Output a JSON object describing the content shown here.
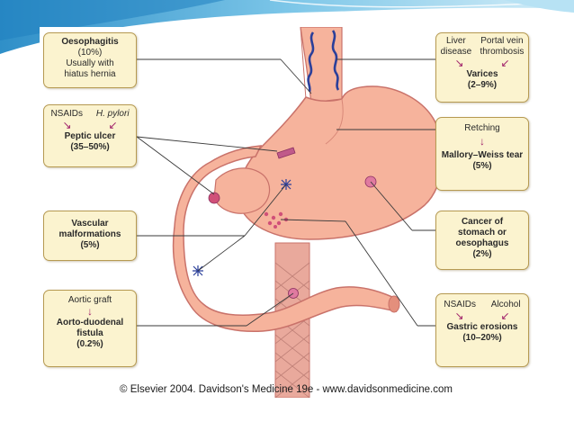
{
  "colors": {
    "box_fill": "#fbf3cf",
    "box_border": "#b69a52",
    "arrow": "#a0206a",
    "organ_fill": "#f6b39c",
    "organ_outline": "#c9726a",
    "varices": "#2b3f9a",
    "lesion": "#d05078",
    "slide_accent": "#3d9fd4"
  },
  "boxes": {
    "oesophagitis": {
      "title": "Oesophagitis",
      "pct": "(10%)",
      "note1": "Usually with",
      "note2": "hiatus hernia"
    },
    "peptic_ulcer": {
      "cause1": "NSAIDs",
      "cause2": "H. pylori",
      "title": "Peptic ulcer",
      "pct": "(35–50%)"
    },
    "vascular": {
      "title1": "Vascular",
      "title2": "malformations",
      "pct": "(5%)"
    },
    "aorto": {
      "cause": "Aortic graft",
      "title1": "Aorto-duodenal",
      "title2": "fistula",
      "pct": "(0.2%)"
    },
    "varices": {
      "cause1a": "Liver",
      "cause1b": "disease",
      "cause2a": "Portal vein",
      "cause2b": "thrombosis",
      "title": "Varices",
      "pct": "(2–9%)"
    },
    "mallory": {
      "cause": "Retching",
      "title": "Mallory–Weiss tear",
      "pct": "(5%)"
    },
    "cancer": {
      "title1": "Cancer of",
      "title2": "stomach or",
      "title3": "oesophagus",
      "pct": "(2%)"
    },
    "erosions": {
      "cause1": "NSAIDs",
      "cause2": "Alcohol",
      "title": "Gastric erosions",
      "pct": "(10–20%)"
    }
  },
  "copyright": "© Elsevier 2004. Davidson's Medicine 19e - www.davidsonmedicine.com"
}
